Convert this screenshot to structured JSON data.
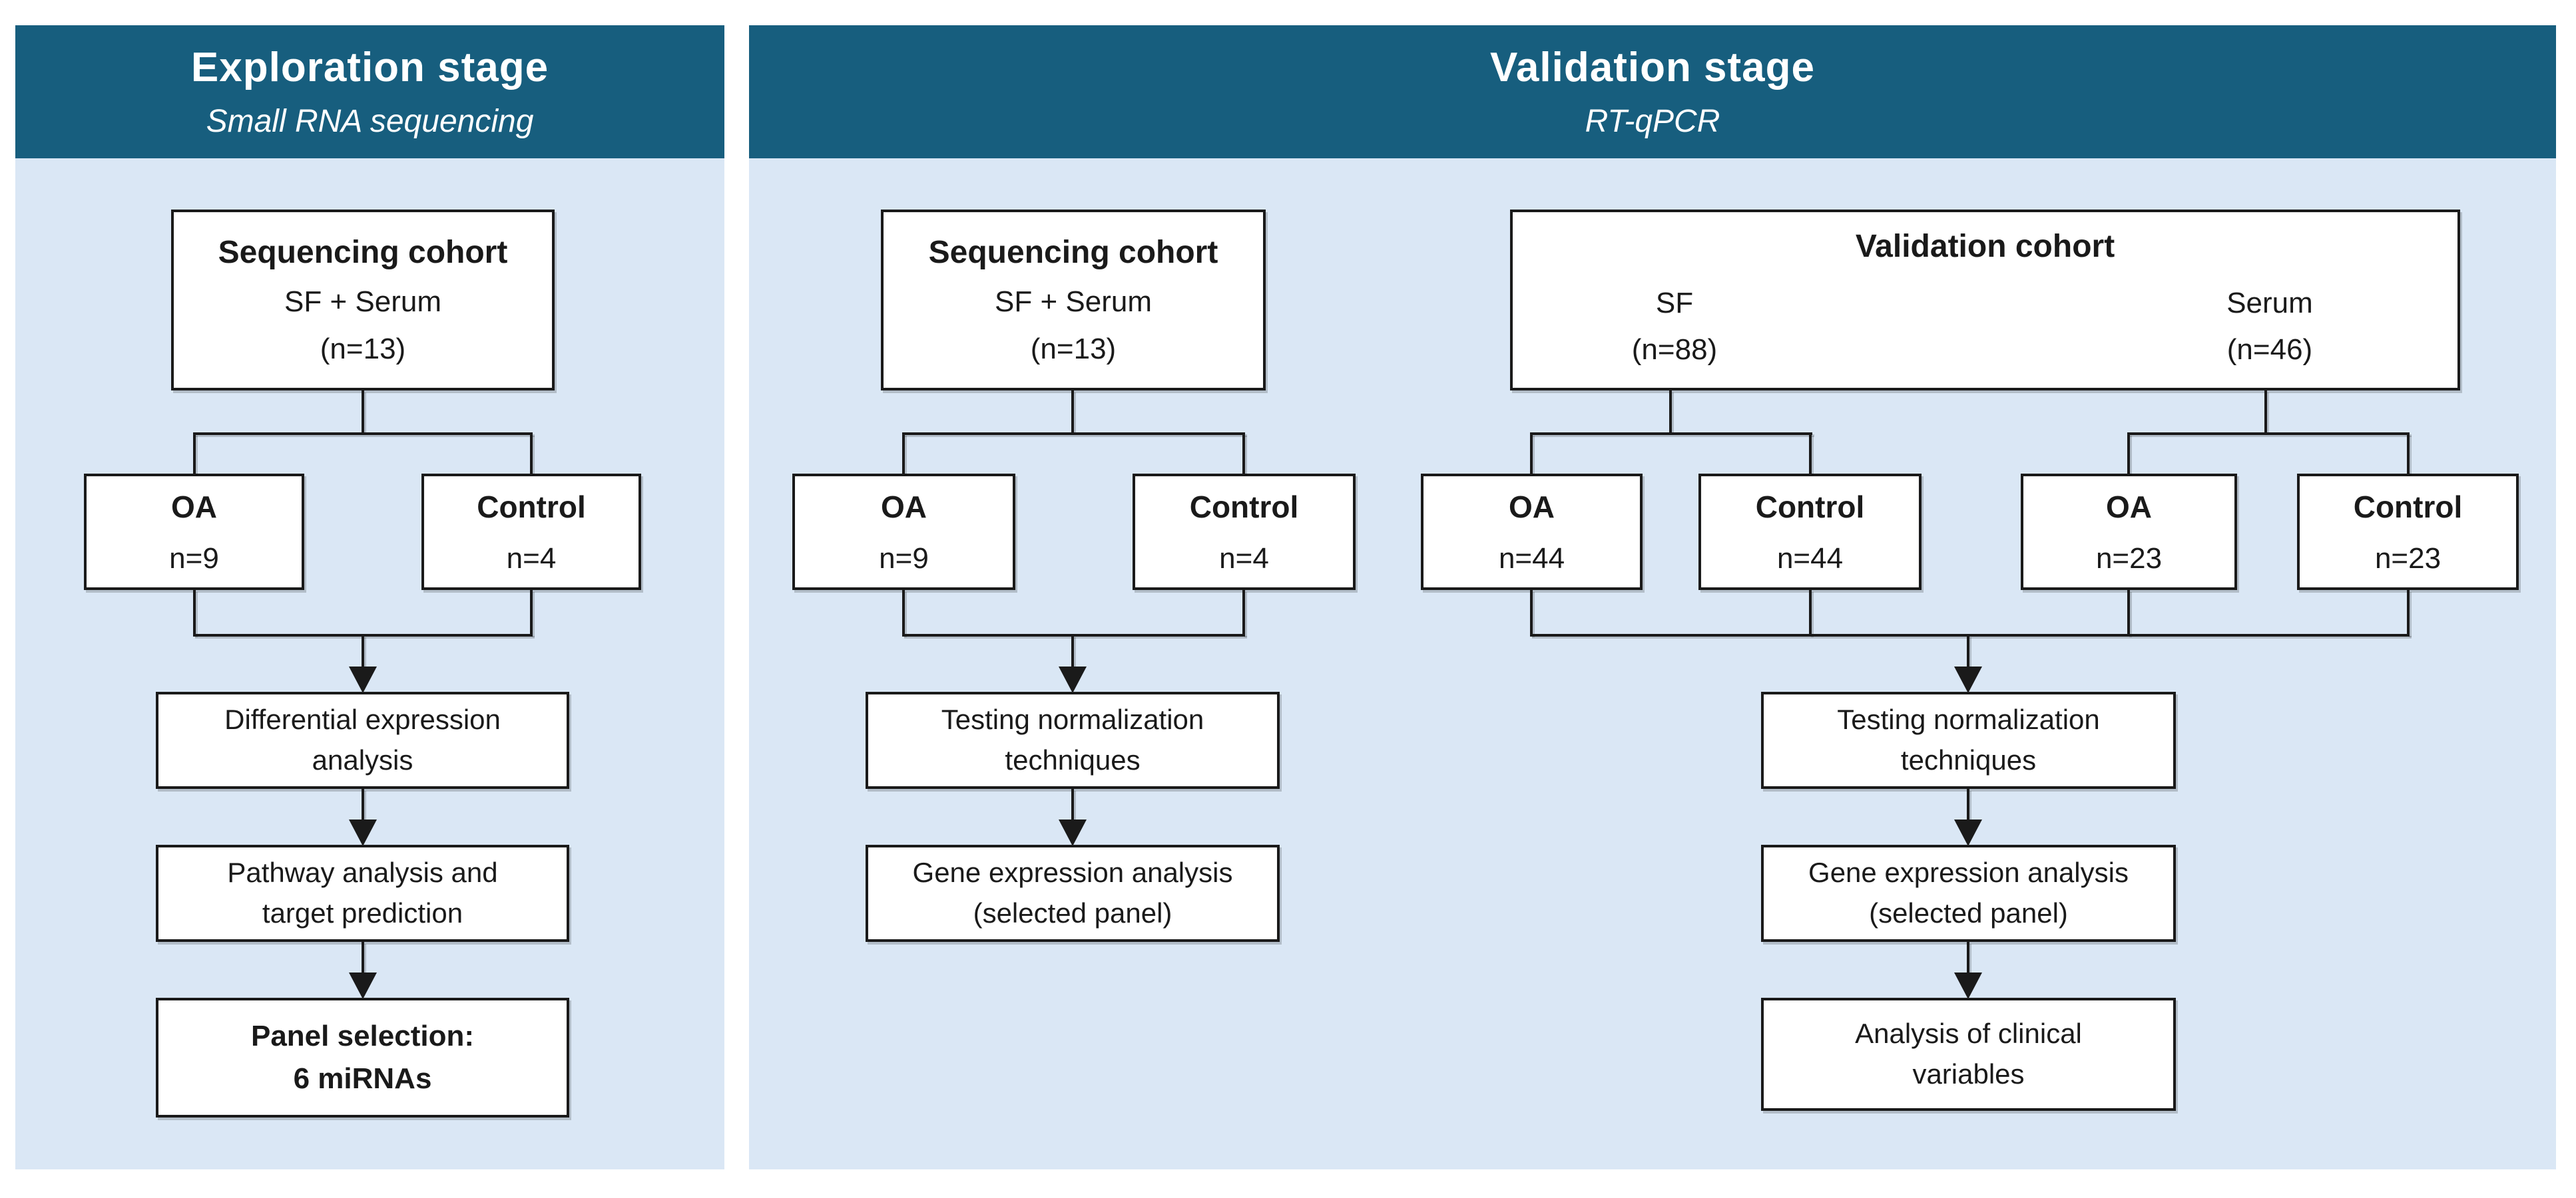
{
  "colors": {
    "header_bg": "#175E7E",
    "panel_bg": "#DAE7F5",
    "box_border": "#1A1A1A",
    "text": "#1A1A1A",
    "header_text": "#FFFFFF"
  },
  "exploration": {
    "header": {
      "title": "Exploration stage",
      "subtitle": "Small RNA sequencing"
    },
    "cohort": {
      "title": "Sequencing cohort",
      "sample": "SF + Serum",
      "n": "(n=13)"
    },
    "oa": {
      "label": "OA",
      "n": "n=9"
    },
    "control": {
      "label": "Control",
      "n": "n=4"
    },
    "step_differential": {
      "line1": "Differential expression",
      "line2": "analysis"
    },
    "step_pathway": {
      "line1": "Pathway analysis and",
      "line2": "target prediction"
    },
    "step_panel": {
      "line1": "Panel selection:",
      "line2": "6 miRNAs"
    }
  },
  "validation": {
    "header": {
      "title": "Validation stage",
      "subtitle": "RT-qPCR"
    },
    "sequencing_cohort": {
      "title": "Sequencing cohort",
      "sample": "SF + Serum",
      "n": "(n=13)"
    },
    "seq_oa": {
      "label": "OA",
      "n": "n=9"
    },
    "seq_control": {
      "label": "Control",
      "n": "n=4"
    },
    "seq_step_testing": {
      "line1": "Testing normalization",
      "line2": "techniques"
    },
    "seq_step_gene": {
      "line1": "Gene expression analysis",
      "line2": "(selected panel)"
    },
    "validation_cohort": {
      "title": "Validation cohort",
      "sf_label": "SF",
      "sf_n": "(n=88)",
      "serum_label": "Serum",
      "serum_n": "(n=46)"
    },
    "sf_oa": {
      "label": "OA",
      "n": "n=44"
    },
    "sf_control": {
      "label": "Control",
      "n": "n=44"
    },
    "serum_oa": {
      "label": "OA",
      "n": "n=23"
    },
    "serum_control": {
      "label": "Control",
      "n": "n=23"
    },
    "val_step_testing": {
      "line1": "Testing normalization",
      "line2": "techniques"
    },
    "val_step_gene": {
      "line1": "Gene expression analysis",
      "line2": "(selected panel)"
    },
    "val_step_clinical": {
      "line1": "Analysis of clinical",
      "line2": "variables"
    }
  }
}
